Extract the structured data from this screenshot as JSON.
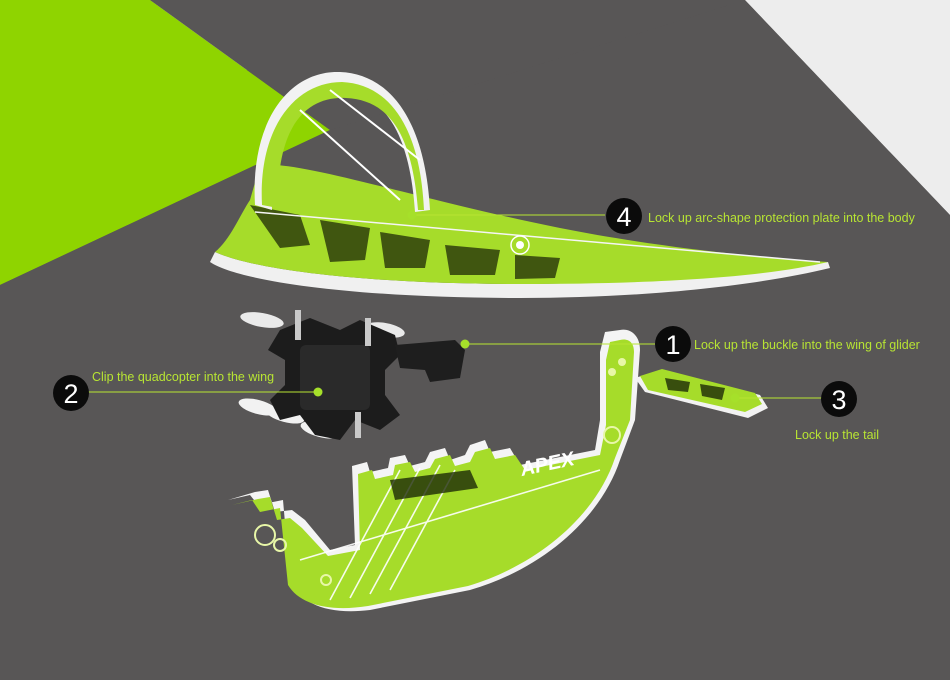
{
  "callouts": [
    {
      "number": "1",
      "label": "Lock up the buckle into the wing of glider"
    },
    {
      "number": "2",
      "label": "Clip the quadcopter into the wing"
    },
    {
      "number": "3",
      "label": "Lock up the tail"
    },
    {
      "number": "4",
      "label": "Lock up arc-shape protection plate into the body"
    }
  ],
  "product_logo": "APEX",
  "colors": {
    "background": "#585656",
    "accent_green": "#8fd400",
    "panel_green": "#a6dc2a",
    "label_green": "#b8e533",
    "light_panel": "#e9e9e9",
    "callout_circle": "#0b0b0b",
    "quadcopter": "#1c1c1c"
  }
}
